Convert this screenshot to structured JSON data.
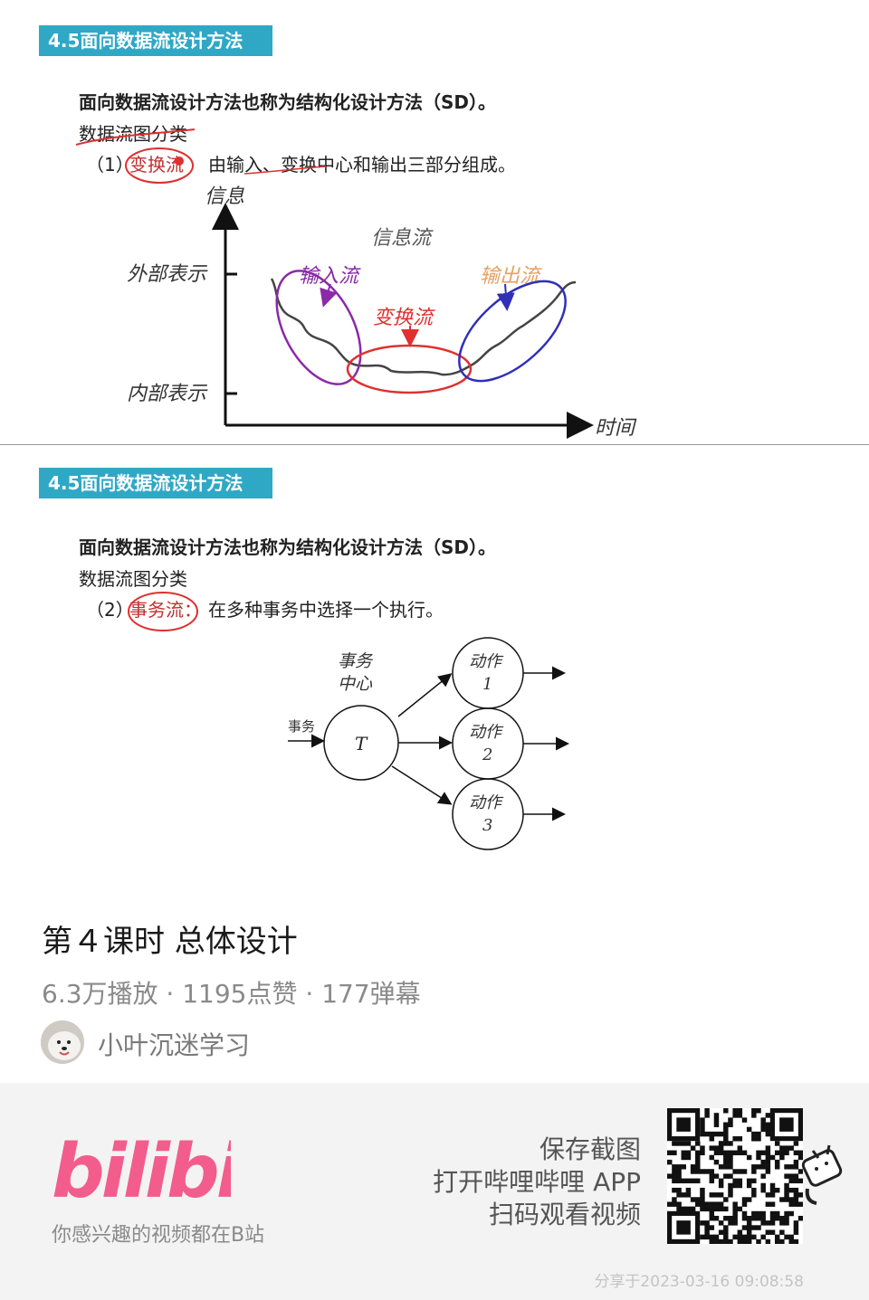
{
  "slide1": {
    "tag": "4.5面向数据流设计方法",
    "line1": "面向数据流设计方法也称为结构化设计方法（SD）。",
    "line2": "数据流图分类",
    "item_num": "（1）",
    "item_key": "变换流",
    "item_rest": "由输入、变换中心和输出三部分组成。",
    "diagram": {
      "y_axis": "信息",
      "x_axis": "时间",
      "top_label": "外部表示",
      "bottom_label": "内部表示",
      "info_flow": "信息流",
      "input_flow": "输入流",
      "output_flow": "输出流",
      "transform_flow": "变换流"
    }
  },
  "slide2": {
    "tag": "4.5面向数据流设计方法",
    "line1": "面向数据流设计方法也称为结构化设计方法（SD）。",
    "line2": "数据流图分类",
    "item_num": "（2）",
    "item_key": "事务流：",
    "item_rest": "在多种事务中选择一个执行。",
    "diagram": {
      "center_label_1": "事务",
      "center_label_2": "中心",
      "input_label": "事务",
      "center_node": "T",
      "actions": [
        {
          "label": "动作",
          "num": "1"
        },
        {
          "label": "动作",
          "num": "2"
        },
        {
          "label": "动作",
          "num": "3"
        }
      ]
    }
  },
  "video": {
    "title": "第４课时 总体设计",
    "stats": "6.3万播放 · 1195点赞 · 177弹幕",
    "author": "小叶沉迷学习"
  },
  "footer": {
    "logo": "bilibili",
    "slogan": "你感兴趣的视频都在B站",
    "cta_1": "保存截图",
    "cta_2": "打开哔哩哔哩 APP",
    "cta_3": "扫码观看视频",
    "share": "分享于2023-03-16 09:08:58"
  },
  "colors": {
    "tag_bg": "#2fa8c6",
    "brand_pink": "#f25d8e",
    "annot_red": "#e03030",
    "input_purple": "#8a2aa8",
    "output_blue": "#2f2fb8",
    "output_label_orange": "#e8a060"
  }
}
